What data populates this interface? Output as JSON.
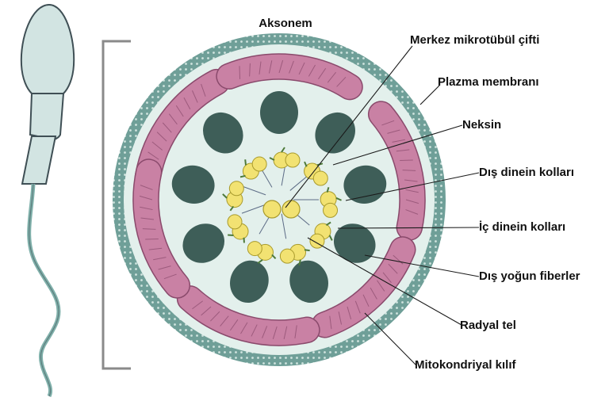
{
  "title": "Aksonem",
  "labels": {
    "central_pair": "Merkez mikrotübül çifti",
    "plasma_membrane": "Plazma membranı",
    "nexin": "Neksin",
    "outer_dynein": "Dış dinein kolları",
    "inner_dynein": "İç dinein kolları",
    "outer_dense_fibers": "Dış yoğun fiberler",
    "radial_spoke": "Radyal tel",
    "mitochondrial_sheath": "Mitokondriyal kılıf"
  },
  "colors": {
    "membrane": "#6f9f98",
    "membrane_dots": "#cfe3de",
    "cytoplasm": "#e3f0ec",
    "mitochondria": "#c981a4",
    "mitochondria_edge": "#8a4a6c",
    "dense_fiber": "#3e5e58",
    "microtubule": "#f2e272",
    "microtubule_edge": "#a89a2c",
    "sperm": "#d2e4e2",
    "sperm_edge": "#3f4f55"
  }
}
